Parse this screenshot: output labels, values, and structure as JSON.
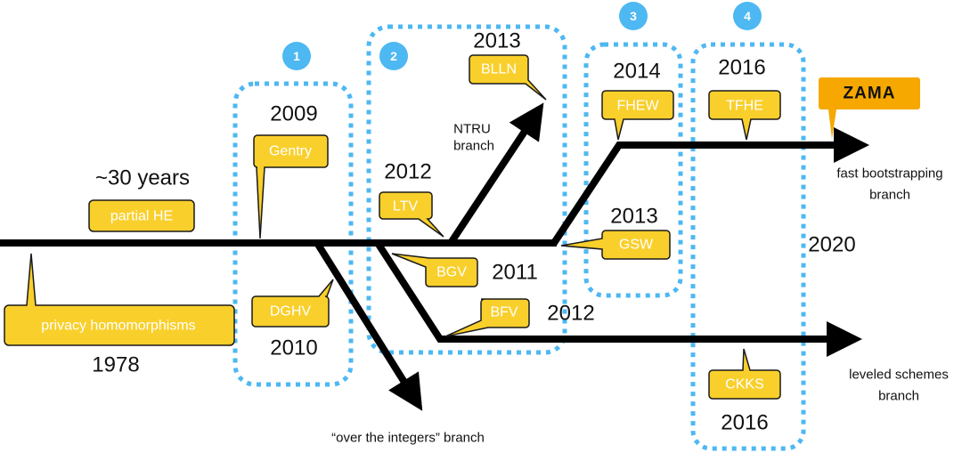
{
  "colors": {
    "callout_fill": "#F9CF2B",
    "callout_stroke": "#1a1a1a",
    "brand_fill": "#F6A800",
    "group_border": "#4DB8F2",
    "line": "#000000"
  },
  "groups": [
    {
      "number": "1"
    },
    {
      "number": "2"
    },
    {
      "number": "3"
    },
    {
      "number": "4"
    }
  ],
  "callouts": {
    "privacy_homomorphisms": "privacy homomorphisms",
    "partial_he": "partial HE",
    "gentry": "Gentry",
    "dghv": "DGHV",
    "ltv": "LTV",
    "bgv": "BGV",
    "bfv": "BFV",
    "blln": "BLLN",
    "fhew": "FHEW",
    "gsw": "GSW",
    "tfhe": "TFHE",
    "ckks": "CKKS",
    "zama": "ZAMA"
  },
  "years": {
    "y1978": "1978",
    "span": "~30 years",
    "y2009": "2009",
    "y2010": "2010",
    "y2012_ltv": "2012",
    "y2011_bgv": "2011",
    "y2012_bfv": "2012",
    "y2013_blln": "2013",
    "y2014_fhew": "2014",
    "y2013_gsw": "2013",
    "y2016_tfhe": "2016",
    "y2016_ckks": "2016",
    "y2020": "2020"
  },
  "branches": {
    "ntru_line1": "NTRU",
    "ntru_line2": "branch",
    "integers": "“over the integers” branch",
    "fast_line1": "fast bootstrapping",
    "fast_line2": "branch",
    "leveled_line1": "leveled schemes",
    "leveled_line2": "branch"
  }
}
